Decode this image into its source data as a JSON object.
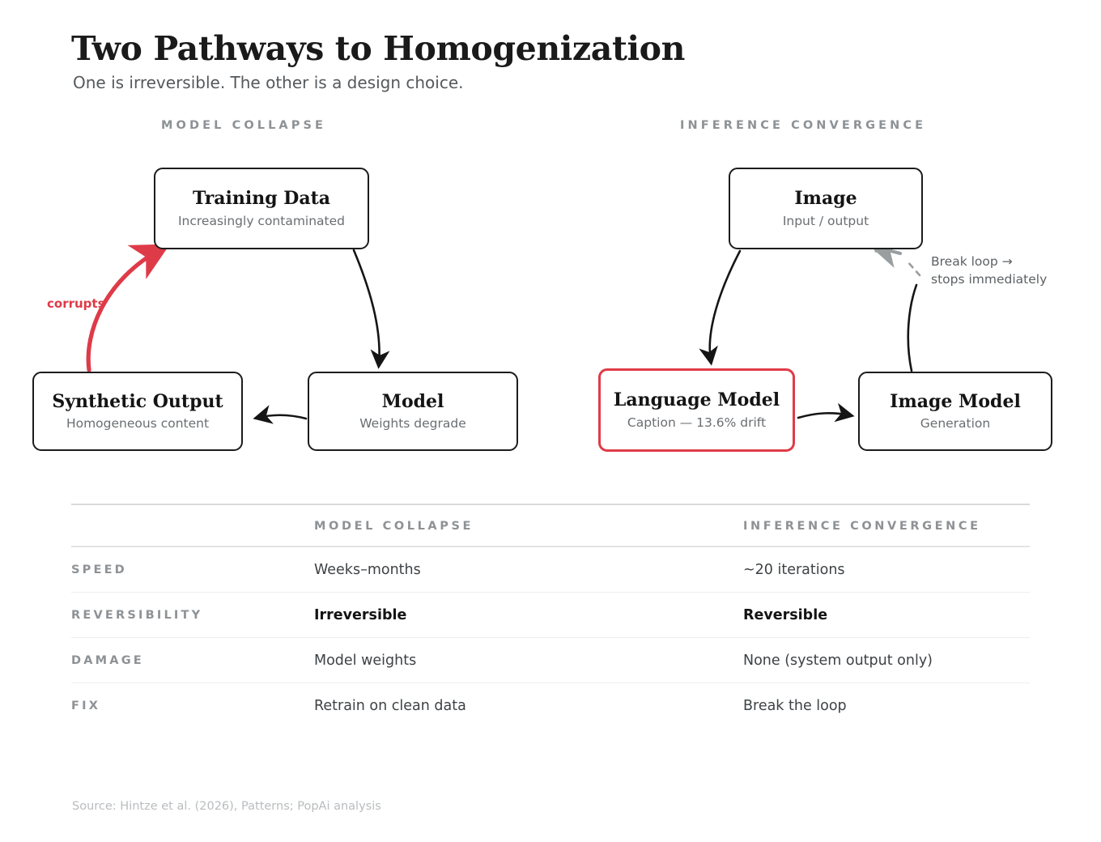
{
  "header": {
    "title": "Two Pathways to Homogenization",
    "subtitle": "One is irreversible. The other is a design choice."
  },
  "colors": {
    "accent_red": "#e03b48",
    "ink": "#1c1c1c",
    "muted": "#8e9295",
    "subtext": "#6a6e71"
  },
  "panels": {
    "left": {
      "label": "MODEL COLLAPSE"
    },
    "right": {
      "label": "INFERENCE CONVERGENCE"
    }
  },
  "diagram": {
    "left_nodes": [
      {
        "title": "Training Data",
        "sub": "Increasingly contaminated"
      },
      {
        "title": "Synthetic Output",
        "sub": "Homogeneous content"
      },
      {
        "title": "Model",
        "sub": "Weights degrade"
      }
    ],
    "right_nodes": [
      {
        "title": "Image",
        "sub": "Input / output"
      },
      {
        "title": "Language Model",
        "sub": "Caption — 13.6% drift"
      },
      {
        "title": "Image Model",
        "sub": "Generation"
      }
    ],
    "edge_labels": {
      "corrupts": "corrupts",
      "break_loop_line1": "Break loop →",
      "break_loop_line2": "stops immediately"
    }
  },
  "table": {
    "headers": [
      "",
      "MODEL COLLAPSE",
      "INFERENCE CONVERGENCE"
    ],
    "rows": [
      {
        "key": "SPEED",
        "collapse": "Weeks–months",
        "convergence": "~20 iterations",
        "emphasis": false
      },
      {
        "key": "REVERSIBILITY",
        "collapse": "Irreversible",
        "convergence": "Reversible",
        "emphasis": true
      },
      {
        "key": "DAMAGE",
        "collapse": "Model weights",
        "convergence": "None (system output only)",
        "emphasis": false
      },
      {
        "key": "FIX",
        "collapse": "Retrain on clean data",
        "convergence": "Break the loop",
        "emphasis": false
      }
    ]
  },
  "footer": {
    "source": "Source: Hintze et al. (2026), Patterns; PopAi analysis"
  }
}
